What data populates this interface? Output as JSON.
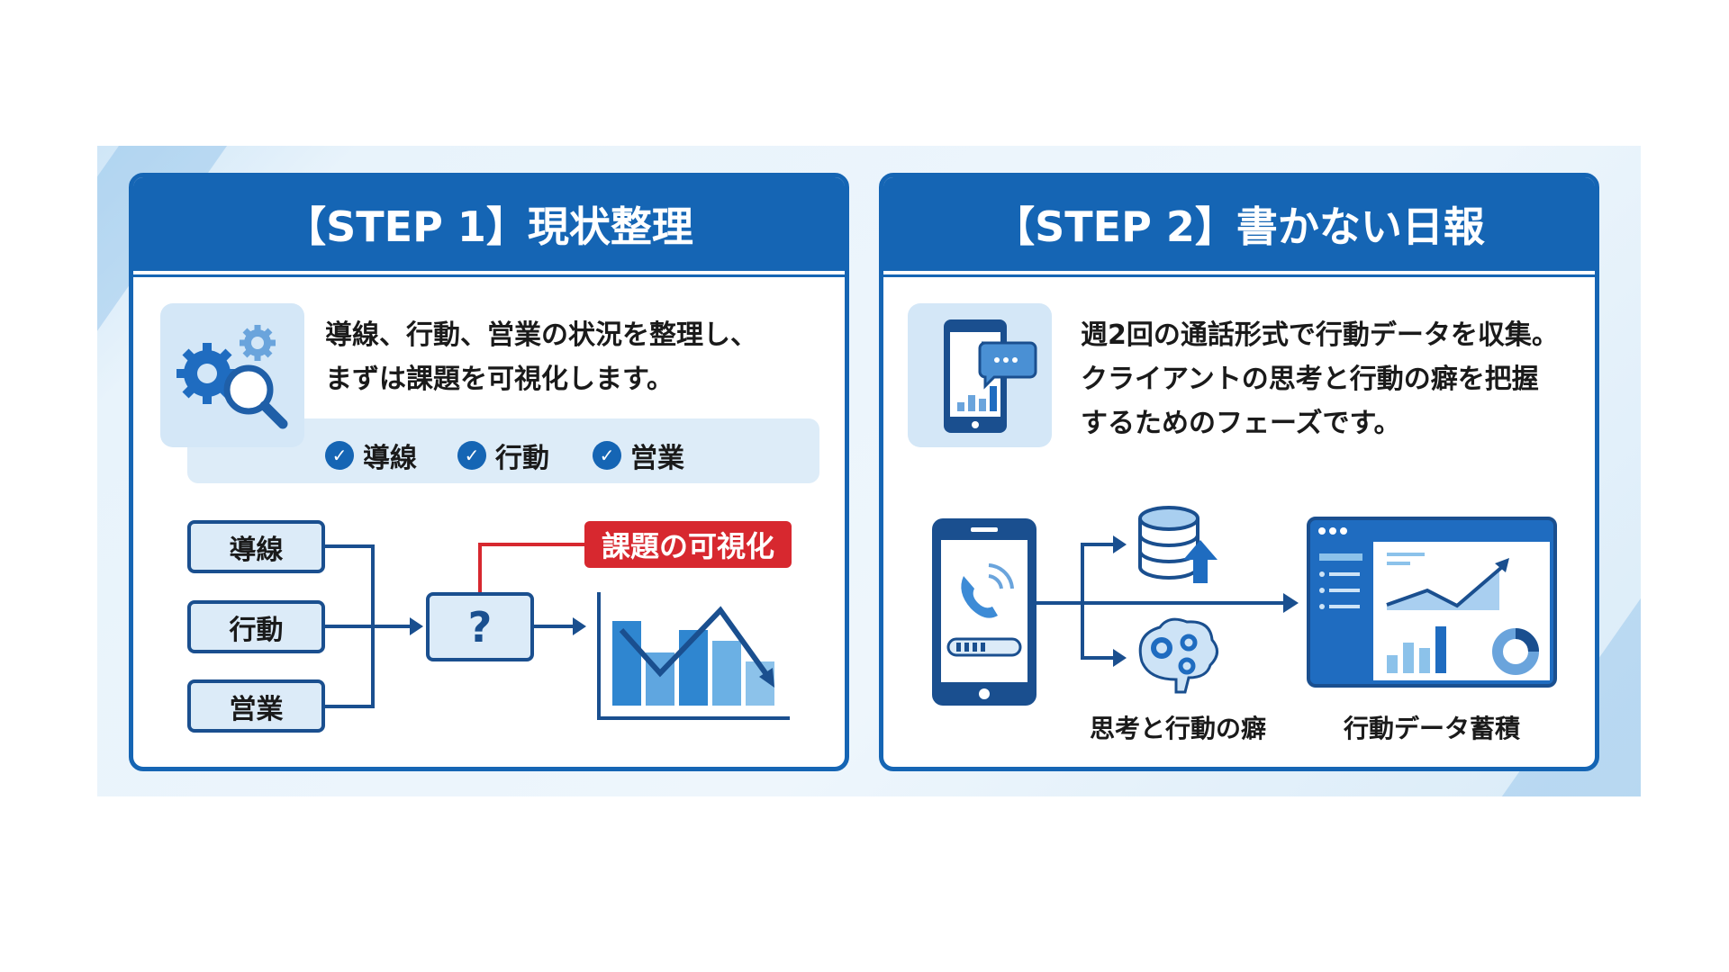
{
  "step1": {
    "title": "【STEP 1】現状整理",
    "desc_lines": [
      "導線、行動、営業の状況を整理し、",
      "まずは課題を可視化します。"
    ],
    "checks": [
      "導線",
      "行動",
      "営業"
    ],
    "inputs": [
      "導線",
      "行動",
      "営業"
    ],
    "unknown": "?",
    "highlight": "課題の可視化"
  },
  "step2": {
    "title": "【STEP 2】書かない日報",
    "desc_lines": [
      "週2回の通話形式で行動データを収集。",
      "クライアントの思考と行動の癖を把握",
      "するためのフェーズです。"
    ],
    "label_habits": "思考と行動の癖",
    "label_data": "行動データ蓄積"
  },
  "colors": {
    "primary": "#1565b4",
    "accent": "#d7282f",
    "light": "#d4e7f7"
  }
}
